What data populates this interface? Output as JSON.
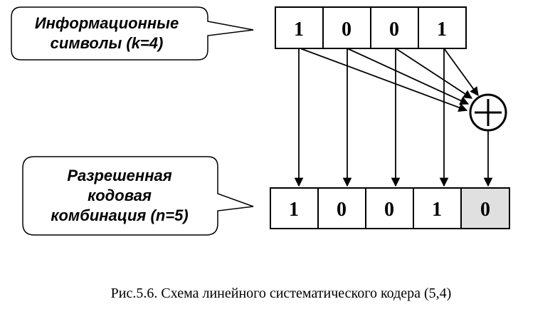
{
  "info_callout": {
    "lines": [
      "Информационные",
      "символы (k=4)"
    ]
  },
  "code_callout": {
    "lines": [
      "Разрешенная",
      "кодовая",
      "комбинация (n=5)"
    ]
  },
  "info_bits": [
    "1",
    "0",
    "0",
    "1"
  ],
  "code_bits": [
    "1",
    "0",
    "0",
    "1",
    "0"
  ],
  "adder_icon": "xor-plus-circle-icon",
  "colors": {
    "parity_cell": "#e0e0e0"
  },
  "caption": "Рис.5.6. Схема линейного систематического кодера (5,4)"
}
